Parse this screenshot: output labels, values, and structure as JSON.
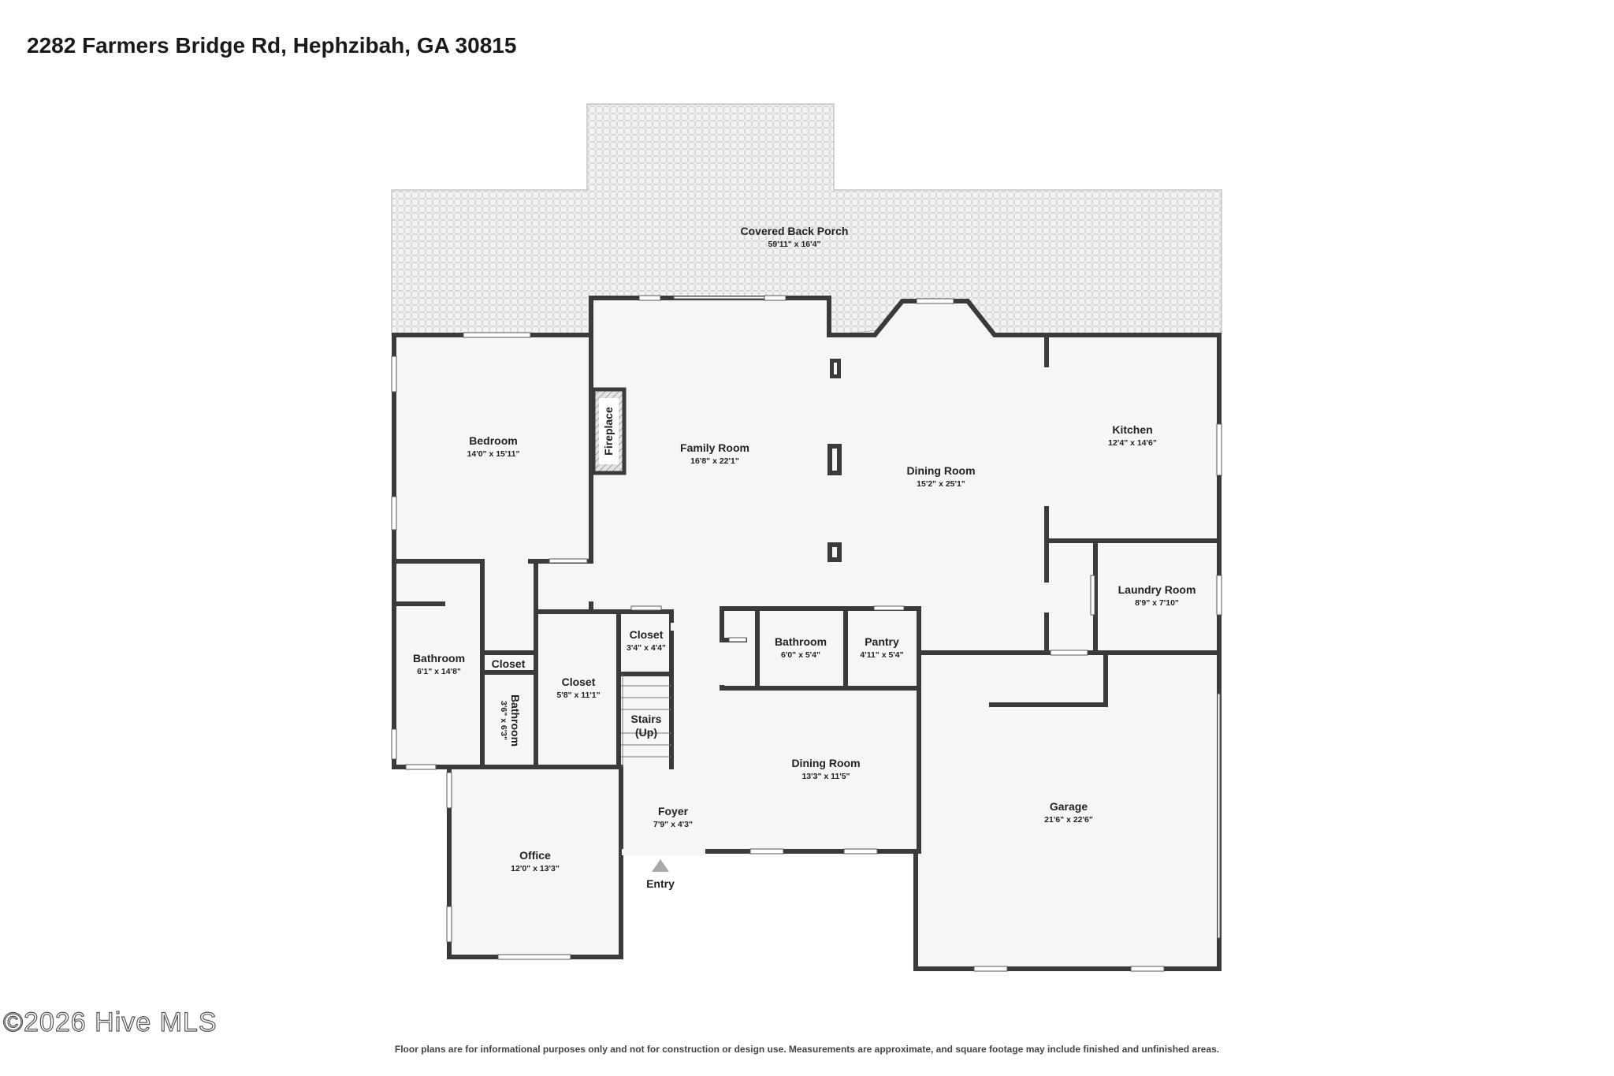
{
  "title": "2282 Farmers Bridge Rd, Hephzibah, GA 30815",
  "disclaimer": "Floor plans are for informational purposes only and not for construction or design use. Measurements are approximate, and square footage may include finished and unfinished areas.",
  "watermark": "©2026 Hive MLS",
  "entry_label": "Entry",
  "fireplace_label": "Fireplace",
  "rooms": {
    "porch": {
      "name": "Covered Back Porch",
      "dim": "59'11\" x 16'4\""
    },
    "bedroom": {
      "name": "Bedroom",
      "dim": "14'0\" x 15'11\""
    },
    "family": {
      "name": "Family Room",
      "dim": "16'8\" x 22'1\""
    },
    "dining1": {
      "name": "Dining Room",
      "dim": "15'2\" x 25'1\""
    },
    "kitchen": {
      "name": "Kitchen",
      "dim": "12'4\" x 14'6\""
    },
    "laundry": {
      "name": "Laundry Room",
      "dim": "8'9\" x 7'10\""
    },
    "bath1": {
      "name": "Bathroom",
      "dim": "6'1\" x 14'8\""
    },
    "closet_small": {
      "name": "Closet",
      "dim": ""
    },
    "bath2": {
      "name": "Bathroom",
      "dim": "3'6\" x 6'3\""
    },
    "closet2": {
      "name": "Closet",
      "dim": "5'8\" x 11'1\""
    },
    "closet3": {
      "name": "Closet",
      "dim": "3'4\" x 4'4\""
    },
    "stairs": {
      "name": "Stairs",
      "name2": "(Up)"
    },
    "bath3": {
      "name": "Bathroom",
      "dim": "6'0\" x 5'4\""
    },
    "pantry": {
      "name": "Pantry",
      "dim": "4'11\" x 5'4\""
    },
    "dining2": {
      "name": "Dining Room",
      "dim": "13'3\" x 11'5\""
    },
    "foyer": {
      "name": "Foyer",
      "dim": "7'9\" x 4'3\""
    },
    "office": {
      "name": "Office",
      "dim": "12'0\" x 13'3\""
    },
    "garage": {
      "name": "Garage",
      "dim": "21'6\" x 22'6\""
    }
  },
  "colors": {
    "wall": "#3a3a3a",
    "floor": "#f6f6f6",
    "porch": "#f1f1f1",
    "window": "#ffffff"
  }
}
